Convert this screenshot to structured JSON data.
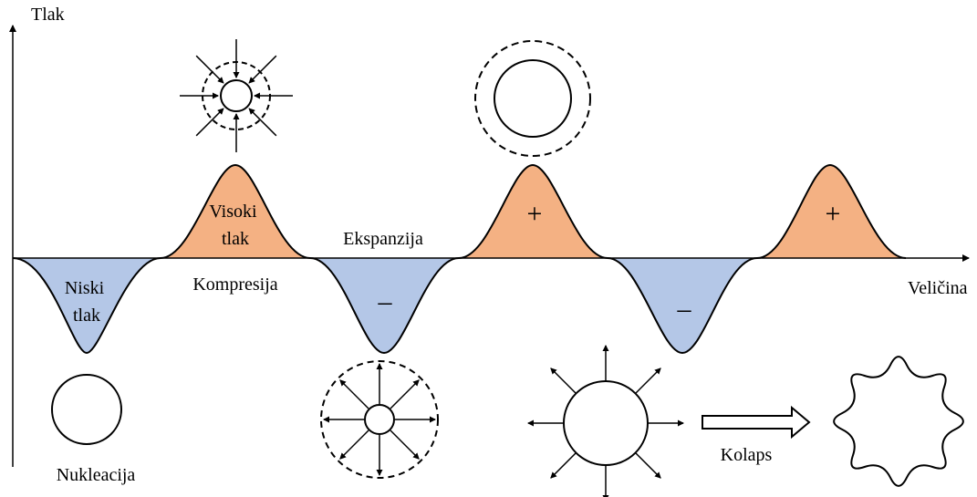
{
  "axes": {
    "y_label": "Tlak",
    "x_label": "Veličina"
  },
  "regions": {
    "low_pressure": "Niski\ntlak",
    "high_pressure": "Visoki\ntlak",
    "plus_sign": "+",
    "minus_sign": "–"
  },
  "labels": {
    "nucleation": "Nukleacija",
    "compression": "Kompresija",
    "expansion": "Ekspanzija",
    "collapse": "Kolaps"
  },
  "colors": {
    "high_pressure_fill": "#f4b183",
    "low_pressure_fill": "#b4c7e7",
    "line": "#000000"
  }
}
